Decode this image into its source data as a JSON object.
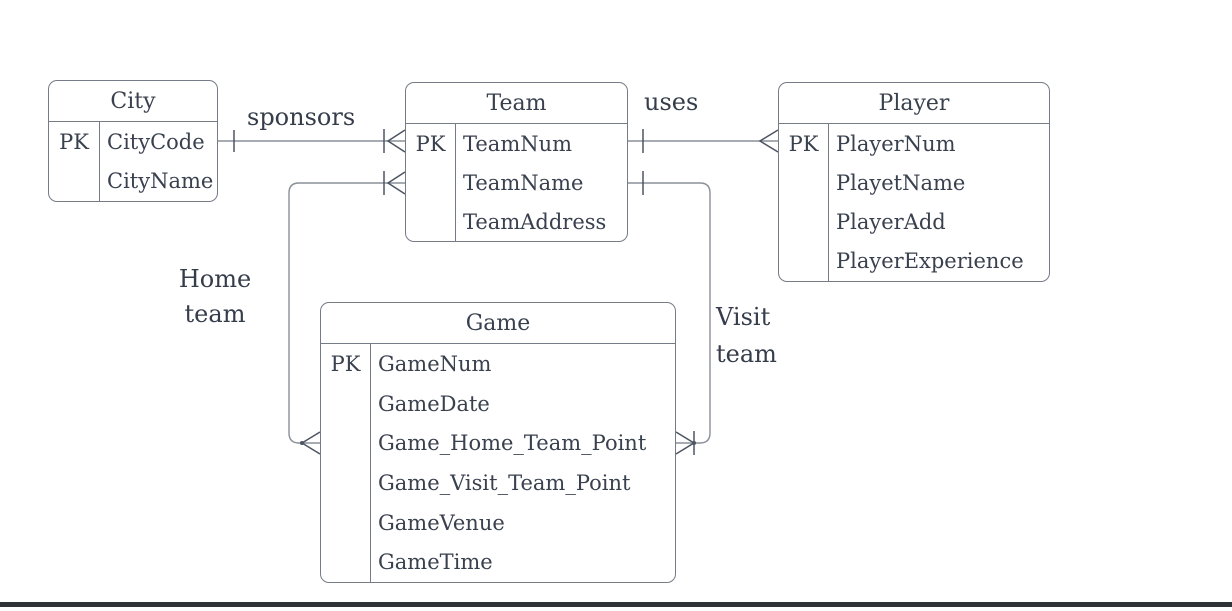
{
  "page": {
    "background": "#ffffff",
    "bottom_rule_color": "#2f3338"
  },
  "diagram": {
    "type": "entity-relationship",
    "colors": {
      "entity_border": "#767c86",
      "entity_text": "#39404e",
      "connector_line": "#8a8f98",
      "cardinality_marker": "#4d5462",
      "label_text": "#353c4a"
    },
    "entities": [
      {
        "name": "City",
        "pk_label": "PK",
        "attributes": [
          "CityCode",
          "CityName"
        ]
      },
      {
        "name": "Team",
        "pk_label": "PK",
        "attributes": [
          "TeamNum",
          "TeamName",
          "TeamAddress"
        ]
      },
      {
        "name": "Player",
        "pk_label": "PK",
        "attributes": [
          "PlayerNum",
          "PlayetName",
          "PlayerAdd",
          "PlayerExperience"
        ]
      },
      {
        "name": "Game",
        "pk_label": "PK",
        "attributes": [
          "GameNum",
          "GameDate",
          "Game_Home_Team_Point",
          "Game_Visit_Team_Point",
          "GameVenue",
          "GameTime"
        ]
      }
    ],
    "relationships": [
      {
        "label": "sponsors",
        "from_entity": "City",
        "to_entity": "Team",
        "from_cardinality": "one",
        "to_cardinality": "one-or-many"
      },
      {
        "label": "uses",
        "from_entity": "Team",
        "to_entity": "Player",
        "from_cardinality": "one",
        "to_cardinality": "many"
      },
      {
        "label": "Home team",
        "label_lines": [
          "Home",
          "team"
        ],
        "from_entity": "Team",
        "to_entity": "Game",
        "from_cardinality": "one-or-many",
        "to_cardinality": "many"
      },
      {
        "label": "Visit team",
        "label_lines": [
          "Visit",
          "team"
        ],
        "from_entity": "Team",
        "to_entity": "Game",
        "from_cardinality": "one",
        "to_cardinality": "one-or-many"
      }
    ]
  }
}
